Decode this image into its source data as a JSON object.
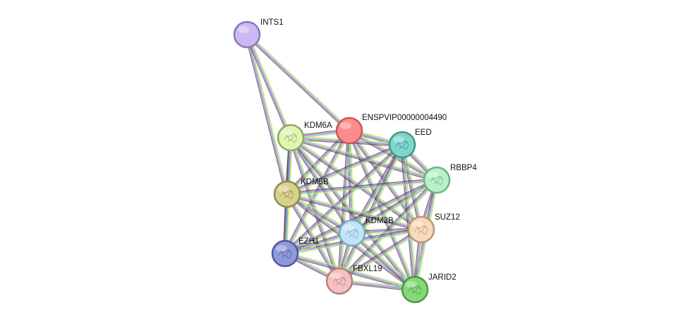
{
  "network": {
    "nodes": [
      {
        "id": "INTS1",
        "label": "INTS1",
        "fill": "#cbb8f5",
        "stroke": "#8a77b8",
        "structure": false
      },
      {
        "id": "ENSPVIP00000004490",
        "label": "ENSPVIP00000004490",
        "fill": "#ff8c8c",
        "stroke": "#c25a5a",
        "structure": false
      },
      {
        "id": "KDM6A",
        "label": "KDM6A",
        "fill": "#dff5b0",
        "stroke": "#8fa86a",
        "structure": true
      },
      {
        "id": "EED",
        "label": "EED",
        "fill": "#7fd6cc",
        "stroke": "#3f968c",
        "structure": true
      },
      {
        "id": "RBBP4",
        "label": "RBBP4",
        "fill": "#b9f0c8",
        "stroke": "#6cb480",
        "structure": true
      },
      {
        "id": "KDM6B",
        "label": "KDM6B",
        "fill": "#d8d28c",
        "stroke": "#8f8a4f",
        "structure": true
      },
      {
        "id": "SUZ12",
        "label": "SUZ12",
        "fill": "#f8d9b8",
        "stroke": "#b9957a",
        "structure": true
      },
      {
        "id": "KDM2B",
        "label": "KDM2B",
        "fill": "#bfe4f7",
        "stroke": "#78a9c4",
        "structure": true
      },
      {
        "id": "EZH1",
        "label": "EZH1",
        "fill": "#8f9ad8",
        "stroke": "#4e5aa0",
        "structure": true
      },
      {
        "id": "FBXL19",
        "label": "FBXL19",
        "fill": "#f4c0c0",
        "stroke": "#b58080",
        "structure": true
      },
      {
        "id": "JARID2",
        "label": "JARID2",
        "fill": "#86d67a",
        "stroke": "#4a9a40",
        "structure": true
      }
    ],
    "edges": [
      [
        "INTS1",
        "ENSPVIP00000004490"
      ],
      [
        "INTS1",
        "KDM6B"
      ],
      [
        "INTS1",
        "KDM6A"
      ],
      [
        "ENSPVIP00000004490",
        "KDM6A"
      ],
      [
        "ENSPVIP00000004490",
        "EED"
      ],
      [
        "ENSPVIP00000004490",
        "RBBP4"
      ],
      [
        "ENSPVIP00000004490",
        "KDM6B"
      ],
      [
        "ENSPVIP00000004490",
        "SUZ12"
      ],
      [
        "ENSPVIP00000004490",
        "KDM2B"
      ],
      [
        "ENSPVIP00000004490",
        "EZH1"
      ],
      [
        "ENSPVIP00000004490",
        "FBXL19"
      ],
      [
        "ENSPVIP00000004490",
        "JARID2"
      ],
      [
        "KDM6A",
        "EED"
      ],
      [
        "KDM6A",
        "RBBP4"
      ],
      [
        "KDM6A",
        "KDM6B"
      ],
      [
        "KDM6A",
        "SUZ12"
      ],
      [
        "KDM6A",
        "KDM2B"
      ],
      [
        "KDM6A",
        "EZH1"
      ],
      [
        "KDM6A",
        "FBXL19"
      ],
      [
        "KDM6A",
        "JARID2"
      ],
      [
        "EED",
        "RBBP4"
      ],
      [
        "EED",
        "KDM6B"
      ],
      [
        "EED",
        "SUZ12"
      ],
      [
        "EED",
        "KDM2B"
      ],
      [
        "EED",
        "EZH1"
      ],
      [
        "EED",
        "FBXL19"
      ],
      [
        "EED",
        "JARID2"
      ],
      [
        "RBBP4",
        "KDM6B"
      ],
      [
        "RBBP4",
        "SUZ12"
      ],
      [
        "RBBP4",
        "KDM2B"
      ],
      [
        "RBBP4",
        "EZH1"
      ],
      [
        "RBBP4",
        "FBXL19"
      ],
      [
        "RBBP4",
        "JARID2"
      ],
      [
        "KDM6B",
        "SUZ12"
      ],
      [
        "KDM6B",
        "KDM2B"
      ],
      [
        "KDM6B",
        "EZH1"
      ],
      [
        "KDM6B",
        "FBXL19"
      ],
      [
        "KDM6B",
        "JARID2"
      ],
      [
        "SUZ12",
        "KDM2B"
      ],
      [
        "SUZ12",
        "EZH1"
      ],
      [
        "SUZ12",
        "FBXL19"
      ],
      [
        "SUZ12",
        "JARID2"
      ],
      [
        "KDM2B",
        "EZH1"
      ],
      [
        "KDM2B",
        "FBXL19"
      ],
      [
        "KDM2B",
        "JARID2"
      ],
      [
        "EZH1",
        "FBXL19"
      ],
      [
        "EZH1",
        "JARID2"
      ],
      [
        "FBXL19",
        "JARID2"
      ]
    ],
    "edge_colors": [
      "#d6e84a",
      "#3ec9c9",
      "#c845c8",
      "#333333"
    ]
  }
}
